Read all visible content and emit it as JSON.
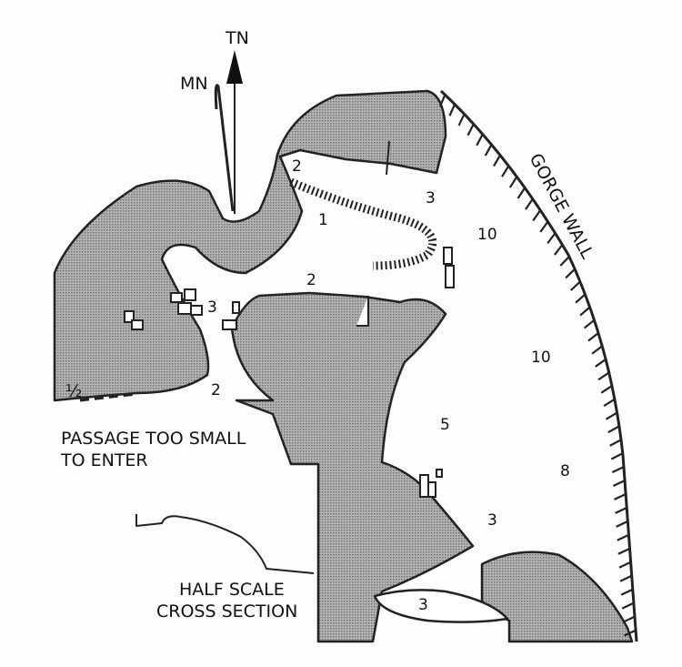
{
  "north_arrow": {
    "true_north": "TN",
    "magnetic_north": "MN"
  },
  "gorge_label": "GORGE WALL",
  "passage_note": {
    "line1": "PASSAGE TOO SMALL",
    "line2": "TO ENTER"
  },
  "cross_section": {
    "line1": "HALF SCALE",
    "line2": "CROSS SECTION"
  },
  "fraction_label": "½",
  "depth_labels": [
    "2",
    "3",
    "1",
    "10",
    "2",
    "3",
    "2",
    "10",
    "5",
    "8",
    "3",
    "3"
  ],
  "colors": {
    "rock": "#9a9a9a",
    "outline": "#222222"
  }
}
